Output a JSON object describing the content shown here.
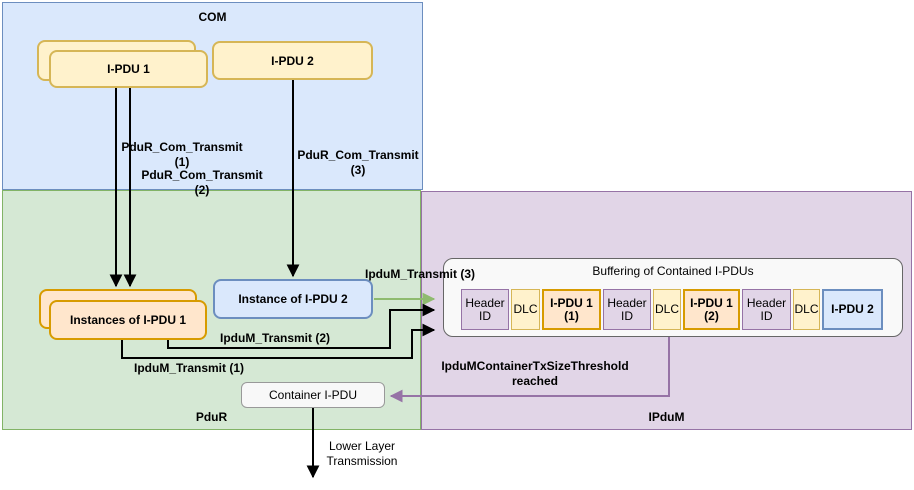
{
  "regions": {
    "com": {
      "label": "COM",
      "fill": "#dae8fc",
      "border": "#6c8ebf"
    },
    "pdur": {
      "label": "PduR",
      "fill": "#d5e8d4",
      "border": "#82b366"
    },
    "ipdum": {
      "label": "IPduM",
      "fill": "#e1d5e7",
      "border": "#9673a6"
    }
  },
  "nodes": {
    "ipdu1": "I-PDU 1",
    "ipdu2": "I-PDU 2",
    "instances_ipdu1": "Instances of I-PDU 1",
    "instance_ipdu2": "Instance of I-PDU 2",
    "container_ipdu": "Container I-PDU"
  },
  "buffer": {
    "title": "Buffering of Contained I-PDUs",
    "cells": [
      {
        "type": "header",
        "label": "Header\nID"
      },
      {
        "type": "dlc",
        "label": "DLC"
      },
      {
        "type": "ipdu1",
        "label": "I-PDU 1\n(1)"
      },
      {
        "type": "header",
        "label": "Header\nID"
      },
      {
        "type": "dlc",
        "label": "DLC"
      },
      {
        "type": "ipdu1",
        "label": "I-PDU 1\n(2)"
      },
      {
        "type": "header",
        "label": "Header\nID"
      },
      {
        "type": "dlc",
        "label": "DLC"
      },
      {
        "type": "ipdu2",
        "label": "I-PDU 2"
      }
    ]
  },
  "edge_labels": {
    "pdur_com_transmit_1": "PduR_Com_Transmit\n(1)",
    "pdur_com_transmit_2": "PduR_Com_Transmit\n(2)",
    "pdur_com_transmit_3": "PduR_Com_Transmit\n(3)",
    "ipdum_transmit_1": "IpduM_Transmit (1)",
    "ipdum_transmit_2": "IpduM_Transmit (2)",
    "ipdum_transmit_3": "IpduM_Transmit (3)",
    "threshold_reached": "IpduMContainerTxSizeThreshold\nreached",
    "lower_layer": "Lower Layer\nTransmission"
  },
  "colors": {
    "arrow_black": "#000000",
    "arrow_green": "#8fbb6f",
    "arrow_purple": "#9673a6",
    "yellow_fill": "#fff2cc",
    "yellow_border": "#d6b656",
    "orange_fill": "#ffe6cc",
    "orange_border": "#d79b00",
    "blue_fill": "#dae8fc",
    "blue_border": "#6c8ebf",
    "purple_fill": "#e1d5e7",
    "purple_border": "#9673a6",
    "green_fill": "#d5e8d4",
    "green_border": "#82b366",
    "gray_fill": "#f8f8f8",
    "gray_border": "#999999"
  }
}
